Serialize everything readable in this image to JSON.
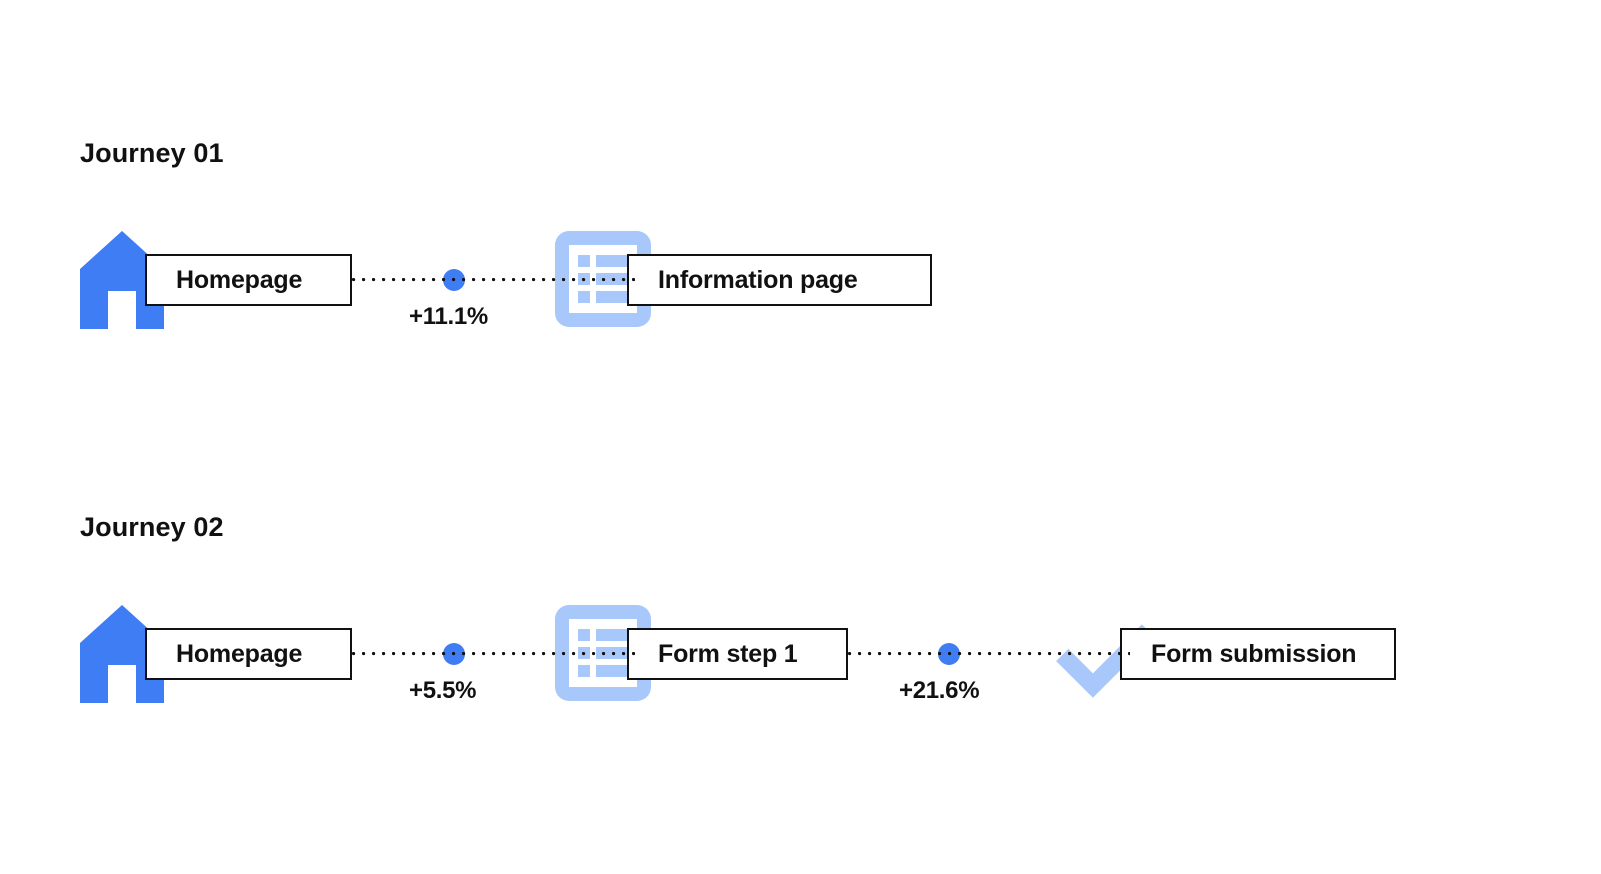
{
  "colors": {
    "accent_blue": "#3F7DF4",
    "light_blue": "#A8C7FA",
    "ink": "#111111",
    "background": "#FFFFFF"
  },
  "journeys": [
    {
      "title": "Journey 01",
      "nodes": [
        {
          "label": "Homepage",
          "icon": "house-icon"
        },
        {
          "label": "Information page",
          "icon": "document-list-icon"
        }
      ],
      "connectors": [
        {
          "percent": "+11.1%"
        }
      ]
    },
    {
      "title": "Journey 02",
      "nodes": [
        {
          "label": "Homepage",
          "icon": "house-icon"
        },
        {
          "label": "Form step 1",
          "icon": "document-list-icon"
        },
        {
          "label": "Form submission",
          "icon": "check-icon"
        }
      ],
      "connectors": [
        {
          "percent": "+5.5%"
        },
        {
          "percent": "+21.6%"
        }
      ]
    }
  ]
}
